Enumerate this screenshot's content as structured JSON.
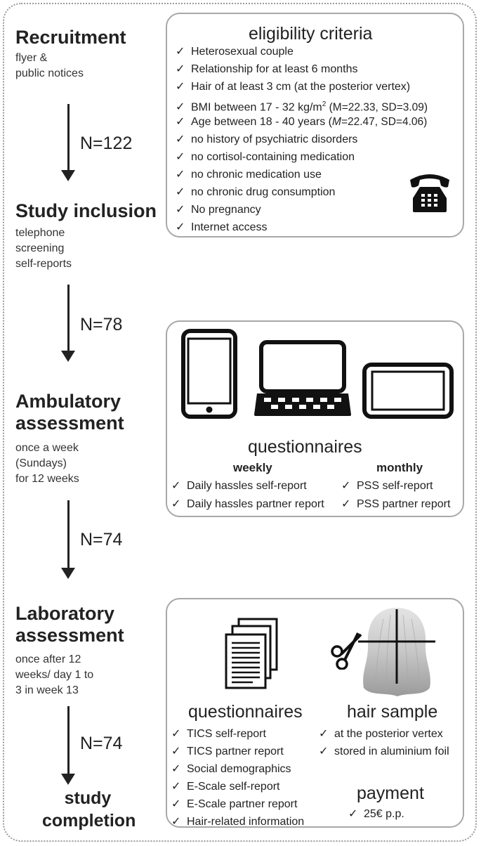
{
  "stages": [
    {
      "title": "Recruitment",
      "subtitle": [
        "flyer &",
        "public notices"
      ]
    },
    {
      "title": "Study inclusion",
      "subtitle": [
        "telephone",
        "screening",
        "self-reports"
      ]
    },
    {
      "title": "Ambulatory\nassessment",
      "title_lines": [
        "Ambulatory",
        "assessment"
      ],
      "subtitle": [
        "once a week",
        "(Sundays)",
        "for 12 weeks"
      ]
    },
    {
      "title": "Laboratory\nassessment",
      "title_lines": [
        "Laboratory",
        "assessment"
      ],
      "subtitle": [
        "once after 12",
        "weeks/ day 1 to",
        "3 in week 13"
      ]
    }
  ],
  "final_stage": {
    "lines": [
      "study",
      "completion"
    ]
  },
  "arrows": [
    {
      "label": "N=122"
    },
    {
      "label": "N=78"
    },
    {
      "label": "N=74"
    },
    {
      "label": "N=74"
    }
  ],
  "eligibility": {
    "title": "eligibility criteria",
    "check_glyph": "✓",
    "items": [
      "Heterosexual couple",
      "Relationship for at least 6 months",
      "Hair of at least 3 cm (at the posterior vertex)",
      "BMI between 17 - 32 kg/m",
      "Age between 18 - 40 years (",
      "no history of psychiatric disorders",
      "no cortisol-containing medication",
      "no chronic medication use",
      "no chronic drug consumption",
      "No pregnancy",
      "Internet access"
    ],
    "bmi_sup": "2",
    "bmi_stats": " (M=22.33, SD=3.09)",
    "age_M": "M",
    "age_stats": "=22.47, SD=4.06)",
    "icon": "telephone-icon"
  },
  "ambulatory_box": {
    "title": "questionnaires",
    "devices": [
      "smartphone-icon",
      "laptop-icon",
      "tablet-icon"
    ],
    "weekly_head": "weekly",
    "monthly_head": "monthly",
    "weekly_items": [
      "Daily hassles self-report",
      "Daily hassles partner report"
    ],
    "monthly_items": [
      "PSS self-report",
      "PSS partner report"
    ]
  },
  "laboratory_box": {
    "questionnaires_title": "questionnaires",
    "hair_title": "hair sample",
    "payment_title": "payment",
    "questionnaire_items": [
      "TICS self-report",
      "TICS partner report",
      "Social demographics",
      "E-Scale self-report",
      "E-Scale partner report",
      "Hair-related information"
    ],
    "hair_items": [
      "at the posterior vertex",
      "stored in aluminium foil"
    ],
    "payment_items": [
      "25€ p.p."
    ],
    "icons": [
      "documents-icon",
      "scissors-icon",
      "hair-head-icon"
    ]
  },
  "colors": {
    "text": "#222222",
    "box_border": "#a8a8a8",
    "frame_border": "#9a9a9a"
  }
}
